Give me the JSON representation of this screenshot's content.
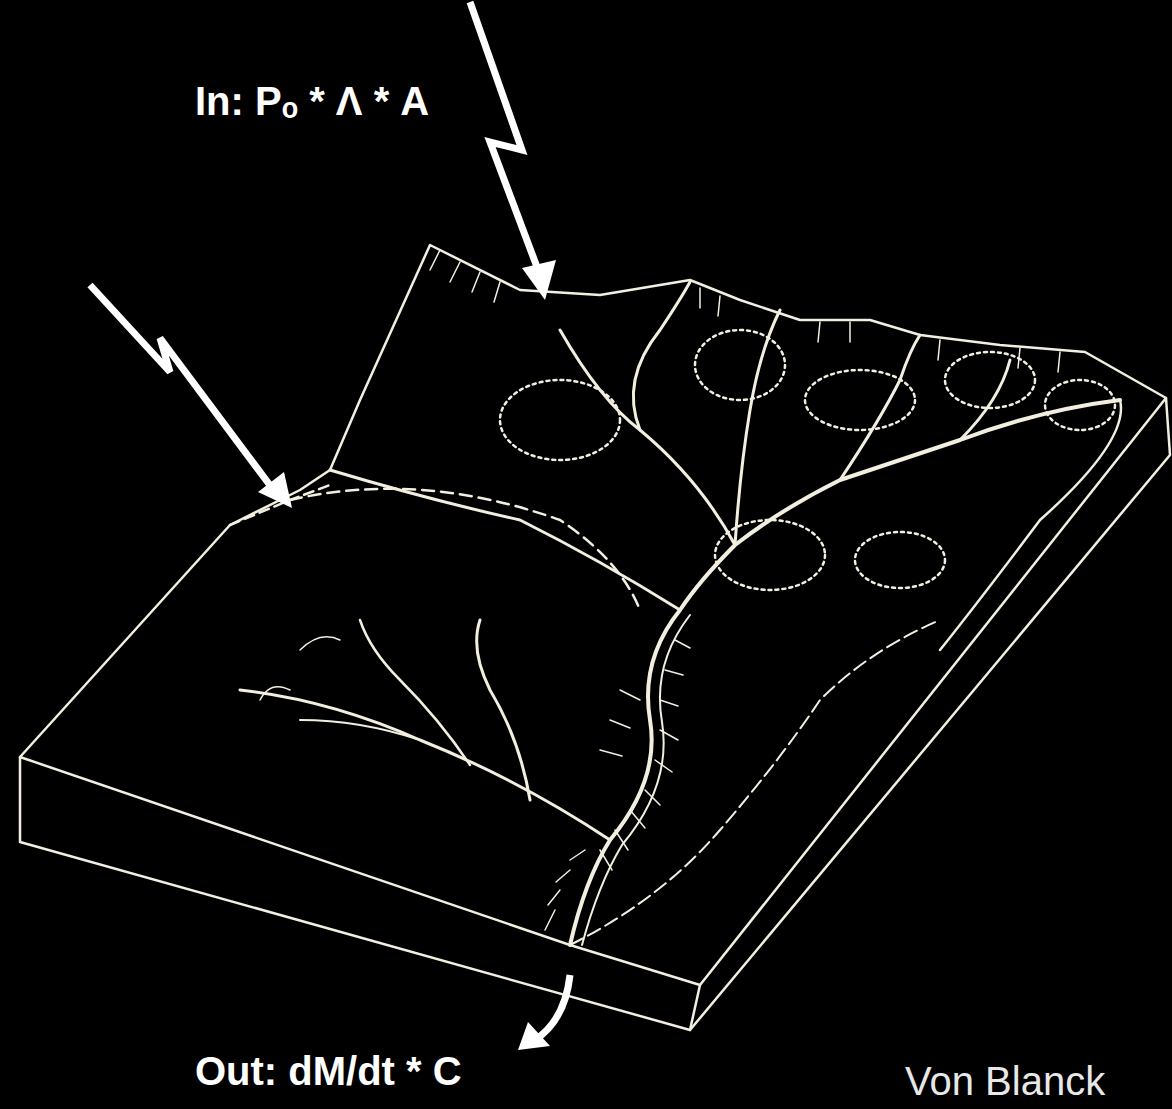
{
  "diagram": {
    "labels": [
      "In: Pₒ * Λ * A",
      "Out: dM/dt * C",
      "Von Blanck"
    ]
  }
}
